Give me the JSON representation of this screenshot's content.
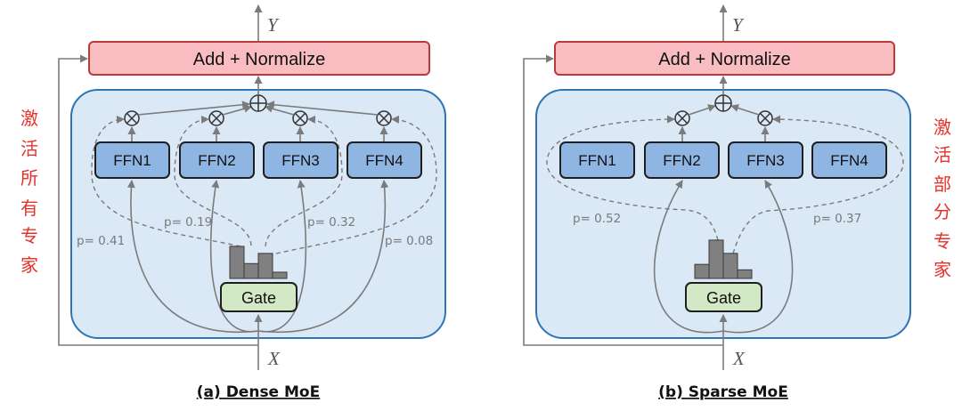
{
  "panels": [
    {
      "caption": "(a) Dense MoE",
      "output_label": "Y",
      "input_label": "X",
      "norm_label": "Add + Normalize",
      "experts": [
        "FFN1",
        "FFN2",
        "FFN3",
        "FFN4"
      ],
      "gate_label": "Gate",
      "probabilities": [
        "p= 0.41",
        "p= 0.19",
        "p= 0.32",
        "p= 0.08"
      ],
      "gate_bar_levels": [
        0.41,
        0.19,
        0.32,
        0.08
      ],
      "side_label": [
        "激",
        "活",
        "所",
        "有",
        "专",
        "家"
      ]
    },
    {
      "caption": "(b) Sparse MoE",
      "output_label": "Y",
      "input_label": "X",
      "norm_label": "Add + Normalize",
      "experts": [
        "FFN1",
        "FFN2",
        "FFN3",
        "FFN4"
      ],
      "gate_label": "Gate",
      "probabilities": [
        "p= 0.52",
        "p= 0.37"
      ],
      "gate_bar_levels": [
        0.18,
        0.49,
        0.32,
        0.11
      ],
      "side_label": [
        "激",
        "活",
        "部",
        "分",
        "专",
        "家"
      ]
    }
  ],
  "colors": {
    "norm_fill": "#f8bcc1",
    "norm_stroke": "#b83a3a",
    "layer_fill": "#dbe8f6",
    "layer_stroke": "#2e75b6",
    "expert_fill": "#8fb5e3",
    "gate_fill": "#d3e8c4",
    "side_label": "#e8302a"
  }
}
